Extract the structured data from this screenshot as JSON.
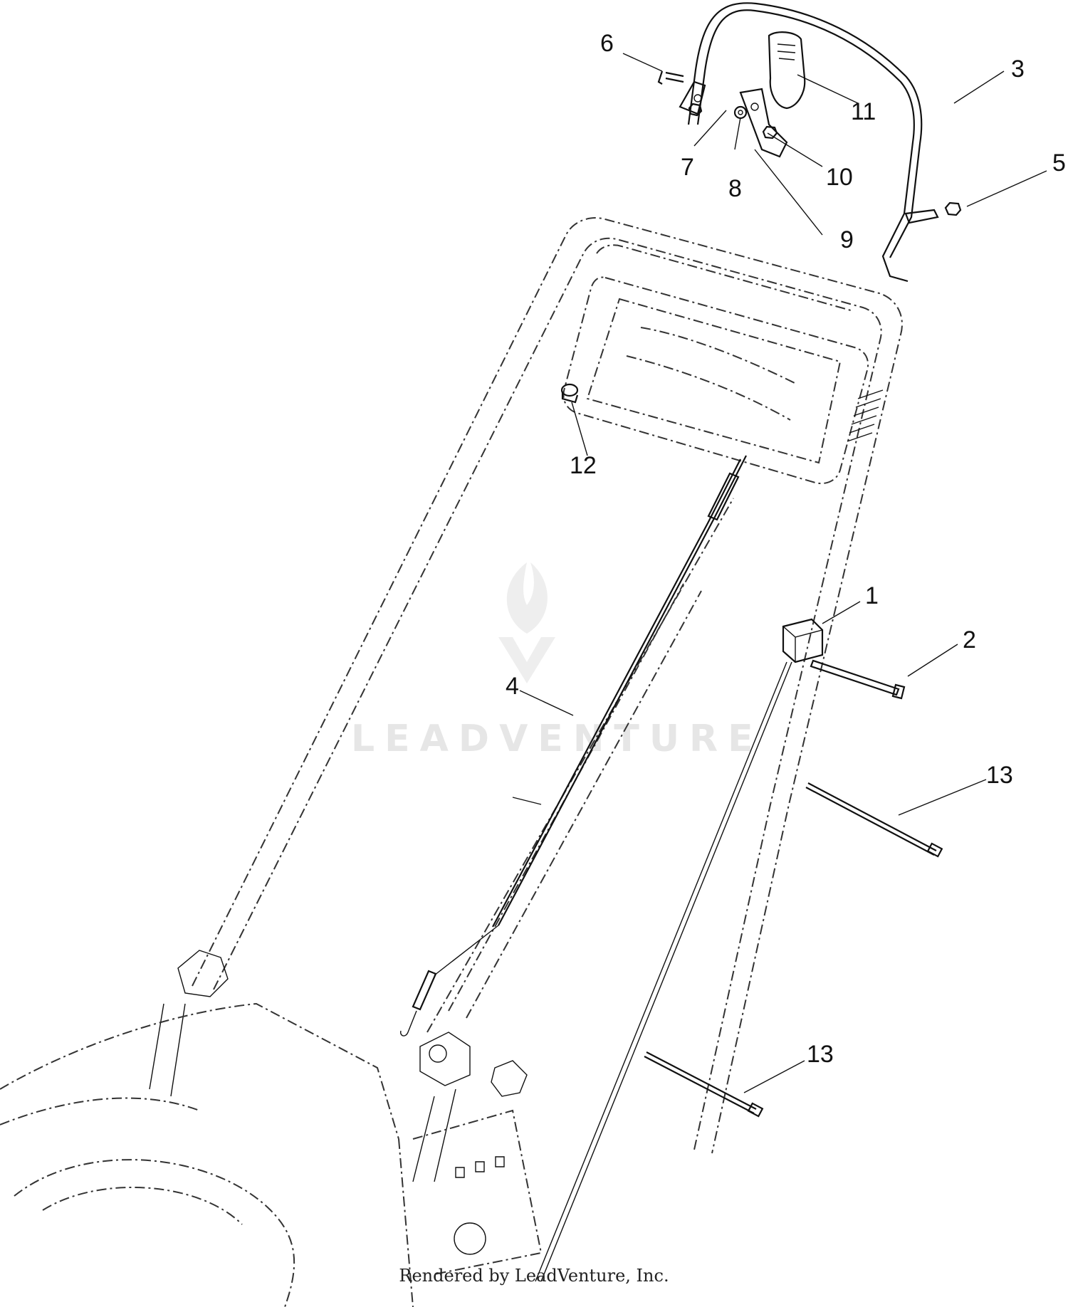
{
  "callouts": [
    {
      "label": "1"
    },
    {
      "label": "2"
    },
    {
      "label": "3"
    },
    {
      "label": "4"
    },
    {
      "label": "5"
    },
    {
      "label": "6"
    },
    {
      "label": "7"
    },
    {
      "label": "8"
    },
    {
      "label": "9"
    },
    {
      "label": "10"
    },
    {
      "label": "11"
    },
    {
      "label": "12"
    },
    {
      "label": "13"
    },
    {
      "label": "13"
    }
  ],
  "watermark": "LEADVENTURE",
  "footer": "Rendered by LeadVenture, Inc."
}
